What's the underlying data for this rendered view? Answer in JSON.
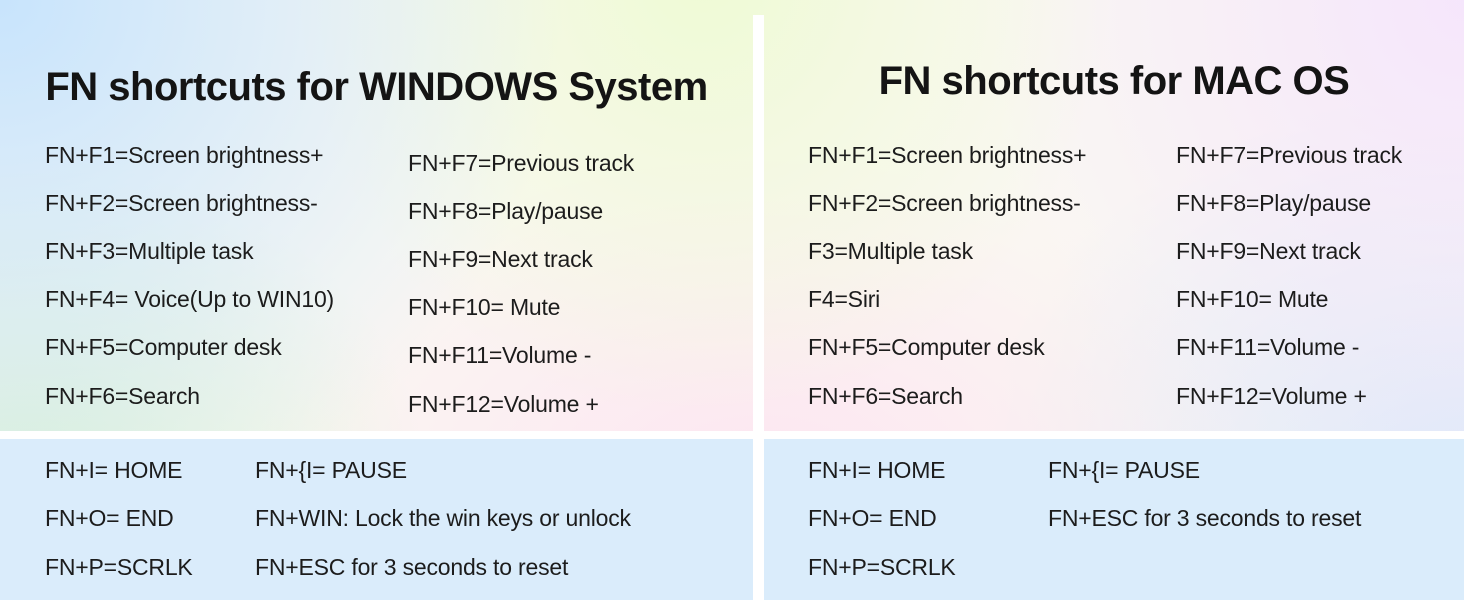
{
  "panels": {
    "windows": {
      "title": "FN shortcuts for WINDOWS System",
      "fn_column_1": [
        "FN+F1=Screen brightness+",
        "FN+F2=Screen brightness-",
        "FN+F3=Multiple task",
        "FN+F4= Voice(Up to WIN10)",
        "FN+F5=Computer desk",
        "FN+F6=Search"
      ],
      "fn_column_2": [
        "FN+F7=Previous track",
        "FN+F8=Play/pause",
        "FN+F9=Next track",
        "FN+F10= Mute",
        "FN+F11=Volume -",
        "FN+F12=Volume +"
      ],
      "extra_column_1": [
        "FN+I= HOME",
        "FN+O= END",
        "FN+P=SCRLK"
      ],
      "extra_column_2": [
        "FN+{I= PAUSE",
        "FN+WIN: Lock the win keys or unlock",
        "FN+ESC for 3 seconds to reset"
      ]
    },
    "mac": {
      "title": "FN shortcuts for MAC OS",
      "fn_column_1": [
        "FN+F1=Screen brightness+",
        "FN+F2=Screen brightness-",
        "F3=Multiple task",
        "F4=Siri",
        "FN+F5=Computer desk",
        "FN+F6=Search"
      ],
      "fn_column_2": [
        "FN+F7=Previous track",
        "FN+F8=Play/pause",
        "FN+F9=Next track",
        "FN+F10= Mute",
        "FN+F11=Volume -",
        "FN+F12=Volume +"
      ],
      "extra_column_1": [
        "FN+I= HOME",
        "FN+O= END",
        "FN+P=SCRLK"
      ],
      "extra_column_2": [
        "FN+{I= PAUSE",
        "FN+ESC for 3 seconds to reset"
      ]
    }
  },
  "colors": {
    "text": "#1c1c1c",
    "bottom_section_background": "#daecfb",
    "divider": "#ffffff",
    "gradient_corner_top_left": "#d9ecfd",
    "gradient_top_middle": "#f3fbe2",
    "gradient_corner_top_right": "#f8ecfc",
    "gradient_bottom_left": "#e4f2e0",
    "gradient_bottom_middle": "#fdeefb",
    "gradient_bottom_right": "#e3ecf8"
  }
}
